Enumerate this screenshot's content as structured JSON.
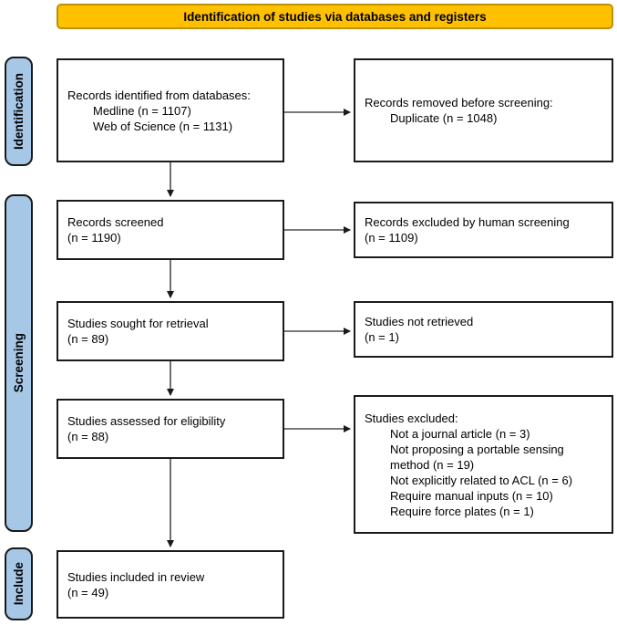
{
  "banner": {
    "label": "Identification of studies via databases and registers"
  },
  "sidebar": {
    "items": [
      {
        "label": "Identification"
      },
      {
        "label": "Screening"
      },
      {
        "label": "Include"
      }
    ]
  },
  "colors": {
    "banner_bg": "#FFC000",
    "banner_border": "#BF9000",
    "stage_bg": "#A7C7E7",
    "box_border": "#1A1A1A",
    "arrow": "#4D4D4D"
  },
  "boxes": {
    "identified": {
      "title": "Records identified from databases:",
      "items": [
        "Medline (n = 1107)",
        "Web of Science (n = 1131)"
      ]
    },
    "removed": {
      "title": "Records removed before screening:",
      "items": [
        "Duplicate (n = 1048)"
      ]
    },
    "screened": {
      "text": "Records screened",
      "count": "(n = 1190)"
    },
    "excluded_screening": {
      "text": "Records excluded by human screening",
      "count": "(n = 1109)"
    },
    "sought": {
      "text": "Studies sought for retrieval",
      "count": "(n = 89)"
    },
    "not_retrieved": {
      "text": "Studies not retrieved",
      "count": "(n = 1)"
    },
    "assessed": {
      "text": "Studies assessed for eligibility",
      "count": "(n = 88)"
    },
    "excluded_eligibility": {
      "title": "Studies excluded:",
      "items": [
        "Not a journal article (n = 3)",
        "Not proposing a portable sensing method (n = 19)",
        "Not explicitly related to ACL (n = 6)",
        "Require manual inputs (n = 10)",
        "Require force plates (n = 1)"
      ]
    },
    "included": {
      "text": "Studies included in review",
      "count": "(n = 49)"
    }
  }
}
